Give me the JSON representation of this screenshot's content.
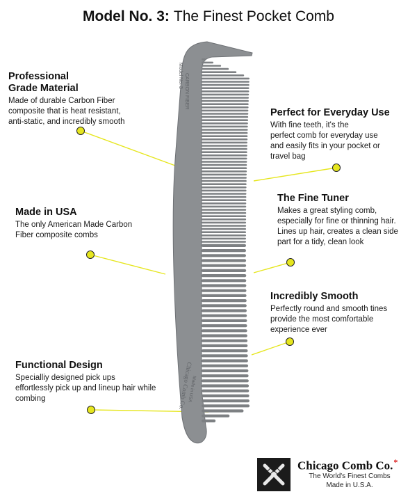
{
  "header": {
    "model": "Model No. 3:",
    "subtitle": "The Finest Pocket Comb"
  },
  "comb": {
    "engraving_top_1": "Model No. 3",
    "engraving_top_2": "CARBON FIBER",
    "engraving_brand": "Chicago Comb Co.",
    "engraving_origin": "Made in USA",
    "color": "#8c8f92",
    "tooth_color": "#7d8083"
  },
  "features": {
    "professional": {
      "title_line1": "Professional",
      "title_line2": "Grade Material",
      "desc_line1": "Made of durable Carbon Fiber",
      "desc_line2": "composite that is heat resistant,",
      "desc_line3": "anti-static, and incredibly smooth"
    },
    "everyday": {
      "title": "Perfect for Everyday Use",
      "desc_line1": "With fine teeth, it's the",
      "desc_line2": "perfect comb for everyday use",
      "desc_line3": "and easily fits in your pocket or",
      "desc_line4": "travel bag"
    },
    "fine_tuner": {
      "title": "The Fine Tuner",
      "desc_line1": "Makes a great styling comb,",
      "desc_line2": "especially for fine or thinning hair.",
      "desc_line3": "Lines up hair, creates a clean side",
      "desc_line4": "part for a tidy, clean look"
    },
    "made_usa": {
      "title": "Made in USA",
      "desc_line1": "The only American Made Carbon",
      "desc_line2": "Fiber composite combs"
    },
    "smooth": {
      "title": "Incredibly Smooth",
      "desc_line1": "Perfectly round and smooth tines",
      "desc_line2": "provide the most comfortable",
      "desc_line3": "experience ever"
    },
    "functional": {
      "title": "Functional Design",
      "desc_line1": "Specialliy designed pick ups",
      "desc_line2": "effortlessly pick up and lineup hair while",
      "desc_line3": "combing"
    }
  },
  "callout_color": "#e6e61e",
  "logo": {
    "name": "Chicago Comb Co.",
    "star": "*",
    "tagline": "The World's Finest Combs",
    "made": "Made in U.S.A."
  }
}
